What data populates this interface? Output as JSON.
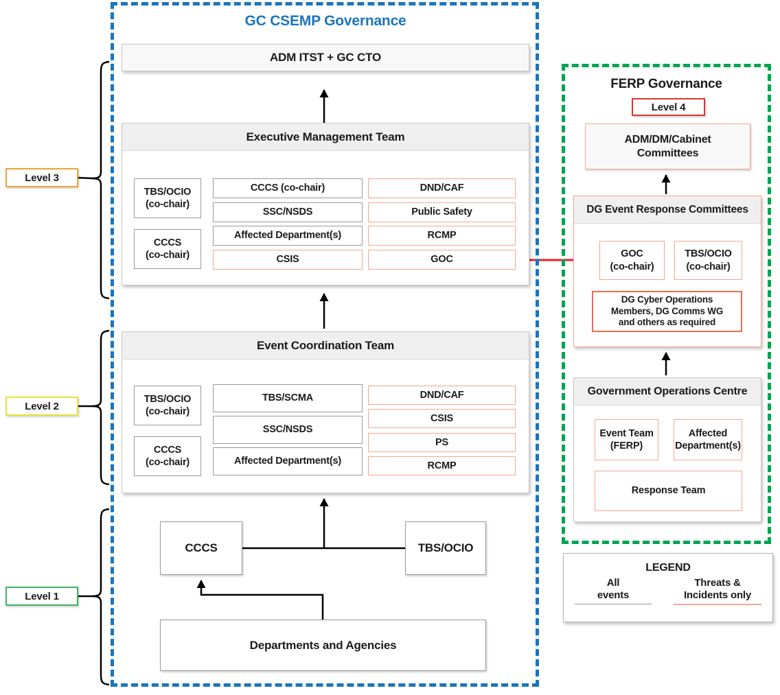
{
  "gc_csemp": {
    "title": "GC CSEMP Governance",
    "adm_box": "ADM ITST + GC CTO",
    "emt": {
      "header": "Executive Management Team",
      "co_chairs": [
        "TBS/OCIO\n(co-chair)",
        "CCCS\n(co-chair)"
      ],
      "all_events": [
        "CCCS (co-chair)",
        "SSC/NSDS",
        "Affected Department(s)"
      ],
      "threats_mid": "CSIS",
      "threats": [
        "DND/CAF",
        "Public Safety",
        "RCMP",
        "GOC"
      ]
    },
    "ect": {
      "header": "Event Coordination Team",
      "co_chairs": [
        "TBS/OCIO\n(co-chair)",
        "CCCS\n(co-chair)"
      ],
      "all_events": [
        "TBS/SCMA",
        "SSC/NSDS",
        "Affected Department(s)"
      ],
      "threats": [
        "DND/CAF",
        "CSIS",
        "PS",
        "RCMP"
      ]
    },
    "level1": {
      "cccs": "CCCS",
      "tbs_ocio": "TBS/OCIO",
      "departments": "Departments and Agencies"
    }
  },
  "ferp": {
    "title": "FERP Governance",
    "level4": "Level 4",
    "adm_dm": "ADM/DM/Cabinet\nCommittees",
    "dg": {
      "header": "DG Event Response Committees",
      "goc_cochair": "GOC\n(co-chair)",
      "tbs_cochair": "TBS/OCIO\n(co-chair)",
      "members": "DG Cyber Operations\nMembers, DG Comms WG\nand others as required"
    },
    "goc": {
      "header": "Government Operations Centre",
      "event_team": "Event Team\n(FERP)",
      "affected": "Affected\nDepartment(s)",
      "response": "Response Team"
    }
  },
  "levels": {
    "l1": "Level 1",
    "l2": "Level 2",
    "l3": "Level 3"
  },
  "legend": {
    "title": "LEGEND",
    "all_events": "All\nevents",
    "threats": "Threats &\nIncidents only"
  },
  "colors": {
    "csemp_border_blue": "#1b75bc",
    "ferp_border_green": "#00a551",
    "all_events_gray": "#999999",
    "threats_salmon": "#f3a78c",
    "dg_members_red": "#ec6a50",
    "arrow_red": "#e8212d",
    "level1_green": "#3cb45f",
    "level2_yellow": "#e7e330",
    "level3_orange": "#eaa53a",
    "level4_red": "#d9352a",
    "header_gray": "#efefef"
  }
}
